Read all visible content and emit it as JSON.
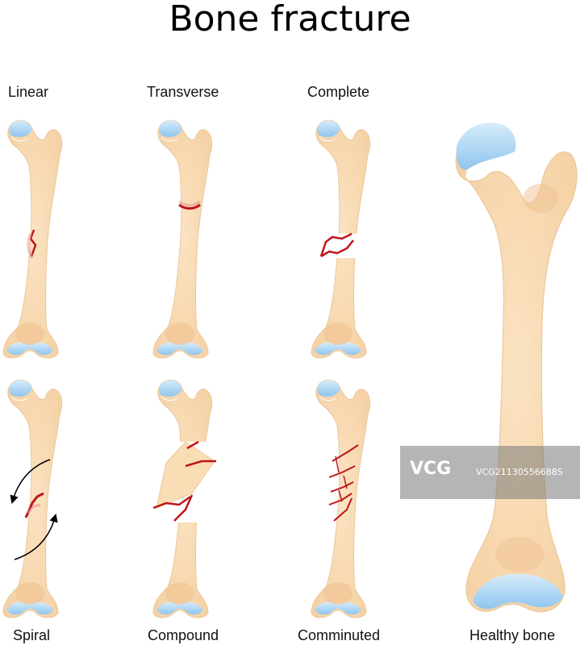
{
  "title": "Bone fracture",
  "labels": {
    "linear": "Linear",
    "transverse": "Transverse",
    "complete": "Complete",
    "spiral": "Spiral",
    "compound": "Compound",
    "comminuted": "Comminuted",
    "healthy": "Healthy bone"
  },
  "watermark": {
    "logo": "VCG",
    "text": "VCG21130556688S"
  },
  "colors": {
    "bone": "#f9ddb5",
    "bone_shadow": "#efc596",
    "cartilage": "#a9d4f2",
    "fracture": "#c0141b",
    "arrow": "#000000"
  }
}
